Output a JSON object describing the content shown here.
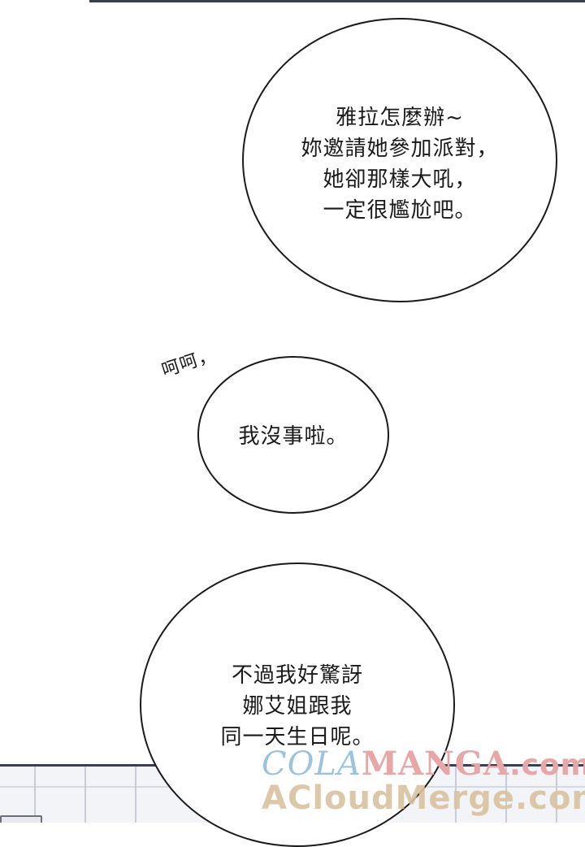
{
  "bubbles": {
    "top": {
      "lines": [
        "雅拉怎麼辦~",
        "妳邀請她參加派對，",
        "她卻那樣大吼，",
        "一定很尷尬吧。"
      ]
    },
    "middle": {
      "lines": [
        "我沒事啦。"
      ]
    },
    "bottom": {
      "lines": [
        "不過我好驚訝",
        "娜艾姐跟我",
        "同一天生日呢。"
      ]
    }
  },
  "sfx": {
    "text": "呵呵，"
  },
  "watermark": {
    "brand_part1": "COLA",
    "brand_part2": "MANGA",
    "domain_suffix": ".com",
    "line2": "ACloudMerge.com"
  },
  "colors": {
    "ink": "#1a1a1a",
    "watermark_blue": "#9bc3df",
    "watermark_pink": "#e8a7a7",
    "watermark_tan": "#d9c3a0",
    "floor_edge": "#3a3f52"
  }
}
